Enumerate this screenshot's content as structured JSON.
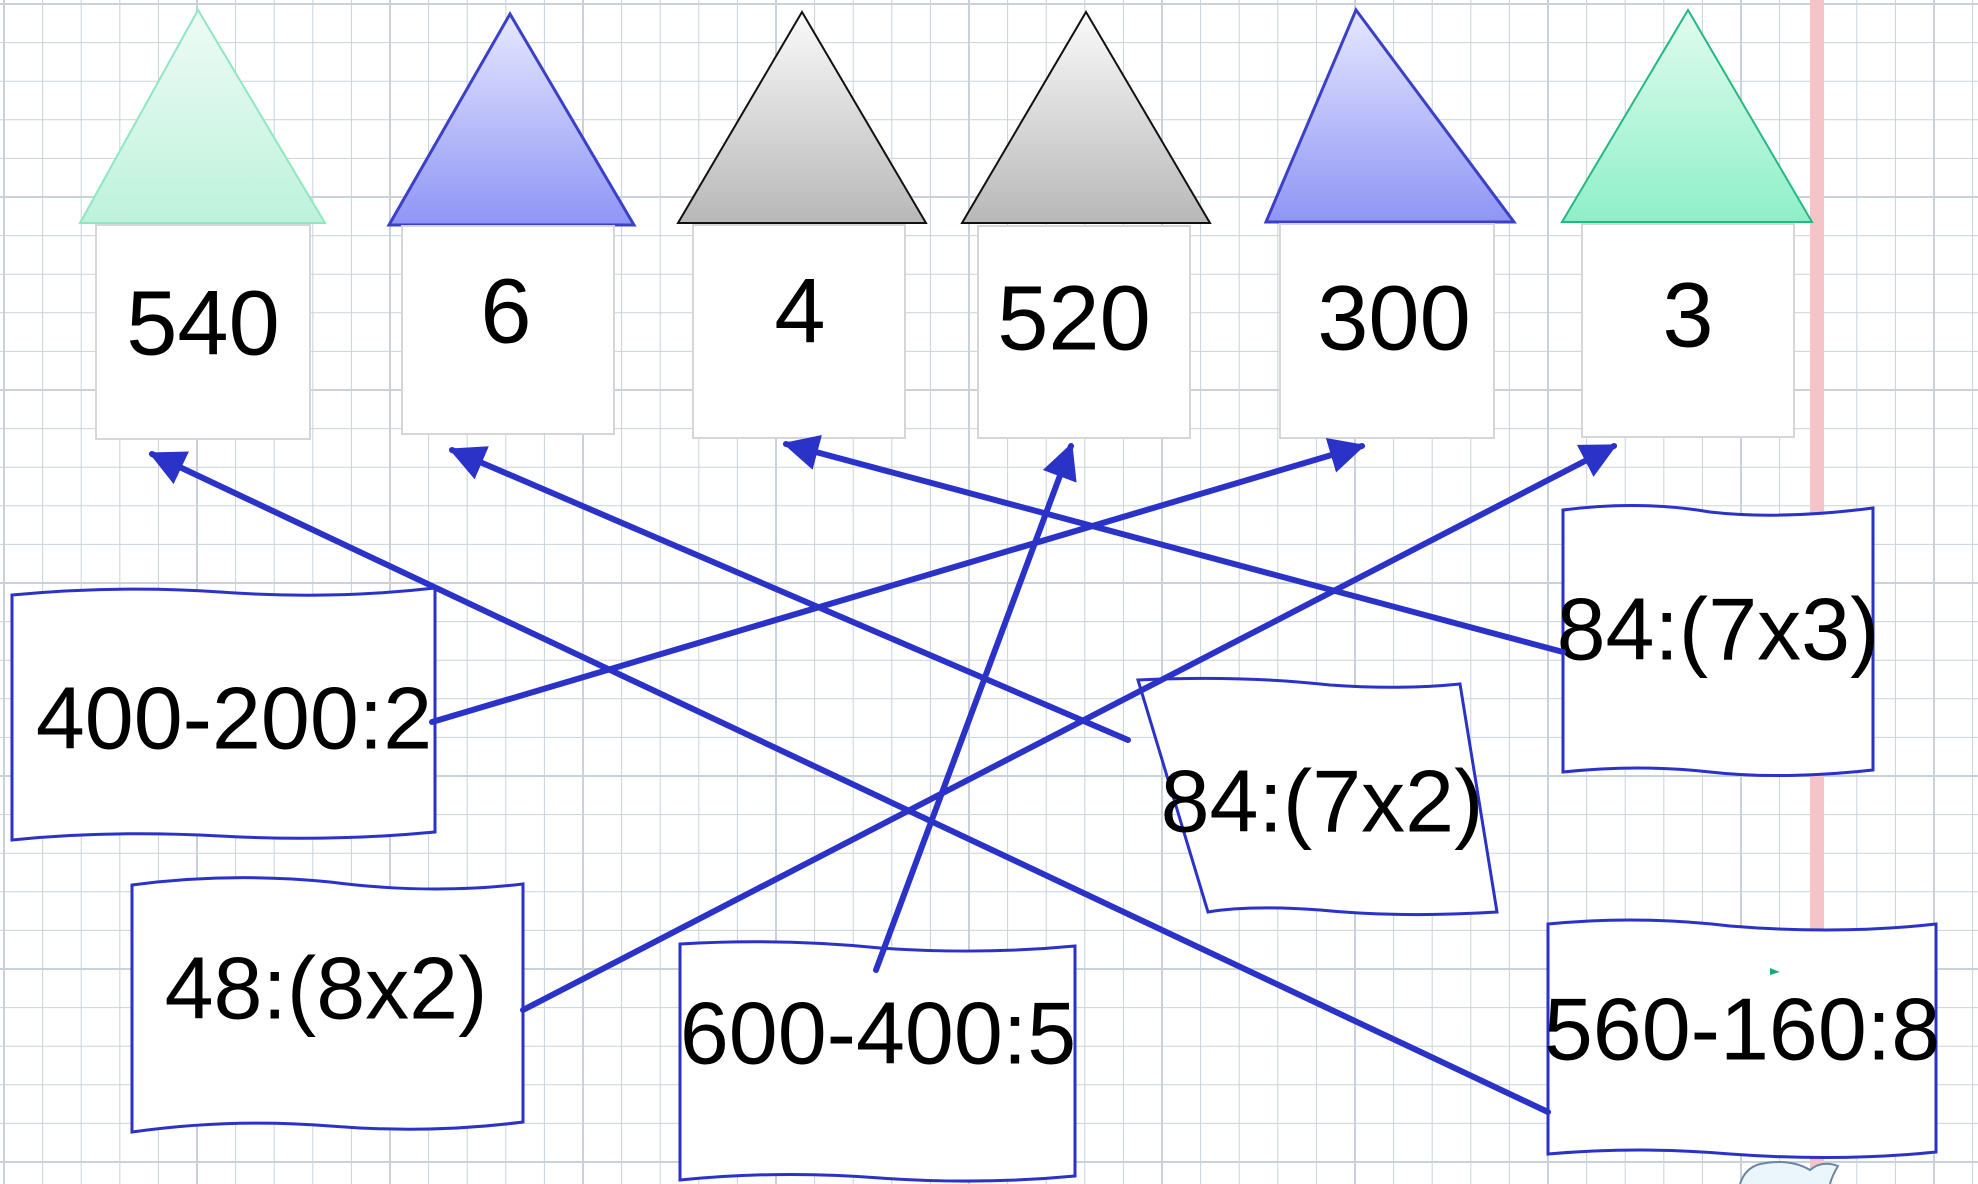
{
  "colors": {
    "grid": "#c9d2da",
    "margin_line": "#f2b8bd",
    "arrow": "#2a32c8",
    "card_border": "#2a32c8"
  },
  "houses": [
    {
      "id": "h540",
      "value": "540",
      "roof": "mint-light"
    },
    {
      "id": "h6",
      "value": "6",
      "roof": "blue"
    },
    {
      "id": "h4",
      "value": "4",
      "roof": "gray"
    },
    {
      "id": "h520",
      "value": "520",
      "roof": "gray"
    },
    {
      "id": "h300",
      "value": "300",
      "roof": "blue"
    },
    {
      "id": "h3",
      "value": "3",
      "roof": "mint"
    }
  ],
  "expressions": [
    {
      "id": "e400",
      "text": "400-200:2",
      "answer": "300"
    },
    {
      "id": "e48",
      "text": "48:(8x2)",
      "answer": "3"
    },
    {
      "id": "e600",
      "text": "600-400:5",
      "answer": "520"
    },
    {
      "id": "e84_2",
      "text": "84:(7x2)",
      "answer": "6"
    },
    {
      "id": "e84_3",
      "text": "84:(7x3)",
      "answer": "4"
    },
    {
      "id": "e560",
      "text": "560-160:8",
      "answer": "540"
    }
  ]
}
